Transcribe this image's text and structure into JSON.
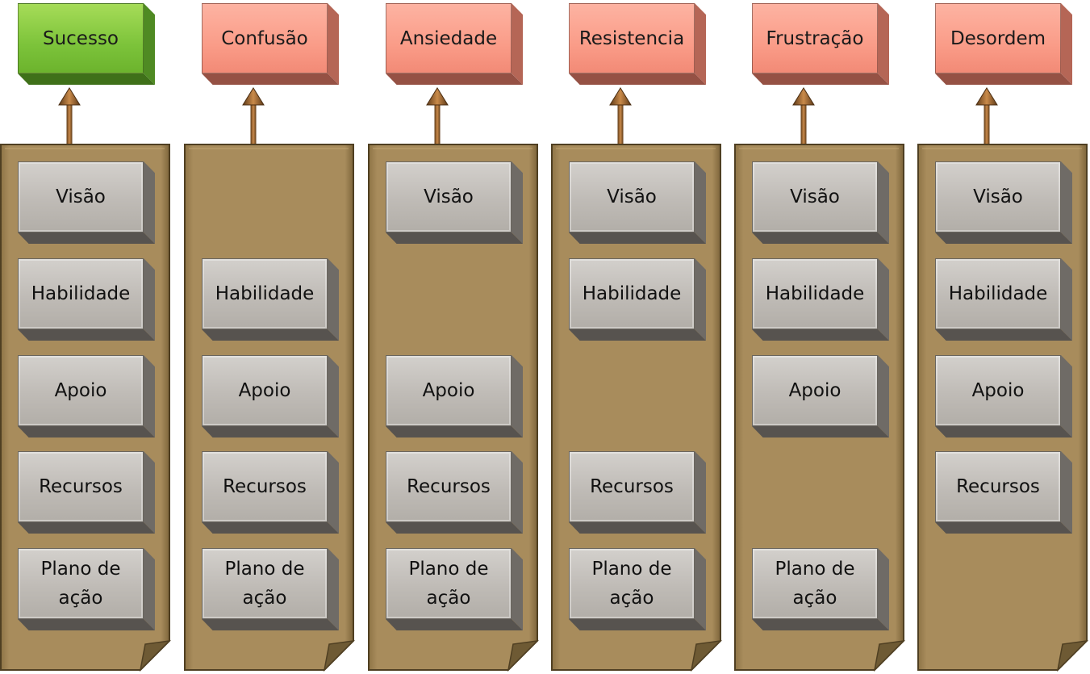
{
  "colors": {
    "outcome_success": "#8ccd46",
    "outcome_failure": "#fa9c88",
    "panel": "#a48a5a",
    "block": "#c0bcb7",
    "arrow": "#8b5a2b"
  },
  "columns": [
    {
      "outcome": "Sucesso",
      "status": "good",
      "components": [
        "Visão",
        "Habilidade",
        "Apoio",
        "Recursos",
        "Plano de ação"
      ]
    },
    {
      "outcome": "Confusão",
      "status": "bad",
      "components": [
        "",
        "Habilidade",
        "Apoio",
        "Recursos",
        "Plano de ação"
      ]
    },
    {
      "outcome": "Ansiedade",
      "status": "bad",
      "components": [
        "Visão",
        "",
        "Apoio",
        "Recursos",
        "Plano de ação"
      ]
    },
    {
      "outcome": "Resistencia",
      "status": "bad",
      "components": [
        "Visão",
        "Habilidade",
        "",
        "Recursos",
        "Plano de ação"
      ]
    },
    {
      "outcome": "Frustração",
      "status": "bad",
      "components": [
        "Visão",
        "Habilidade",
        "Apoio",
        "",
        "Plano de ação"
      ]
    },
    {
      "outcome": "Desordem",
      "status": "bad",
      "components": [
        "Visão",
        "Habilidade",
        "Apoio",
        "Recursos",
        ""
      ]
    }
  ]
}
